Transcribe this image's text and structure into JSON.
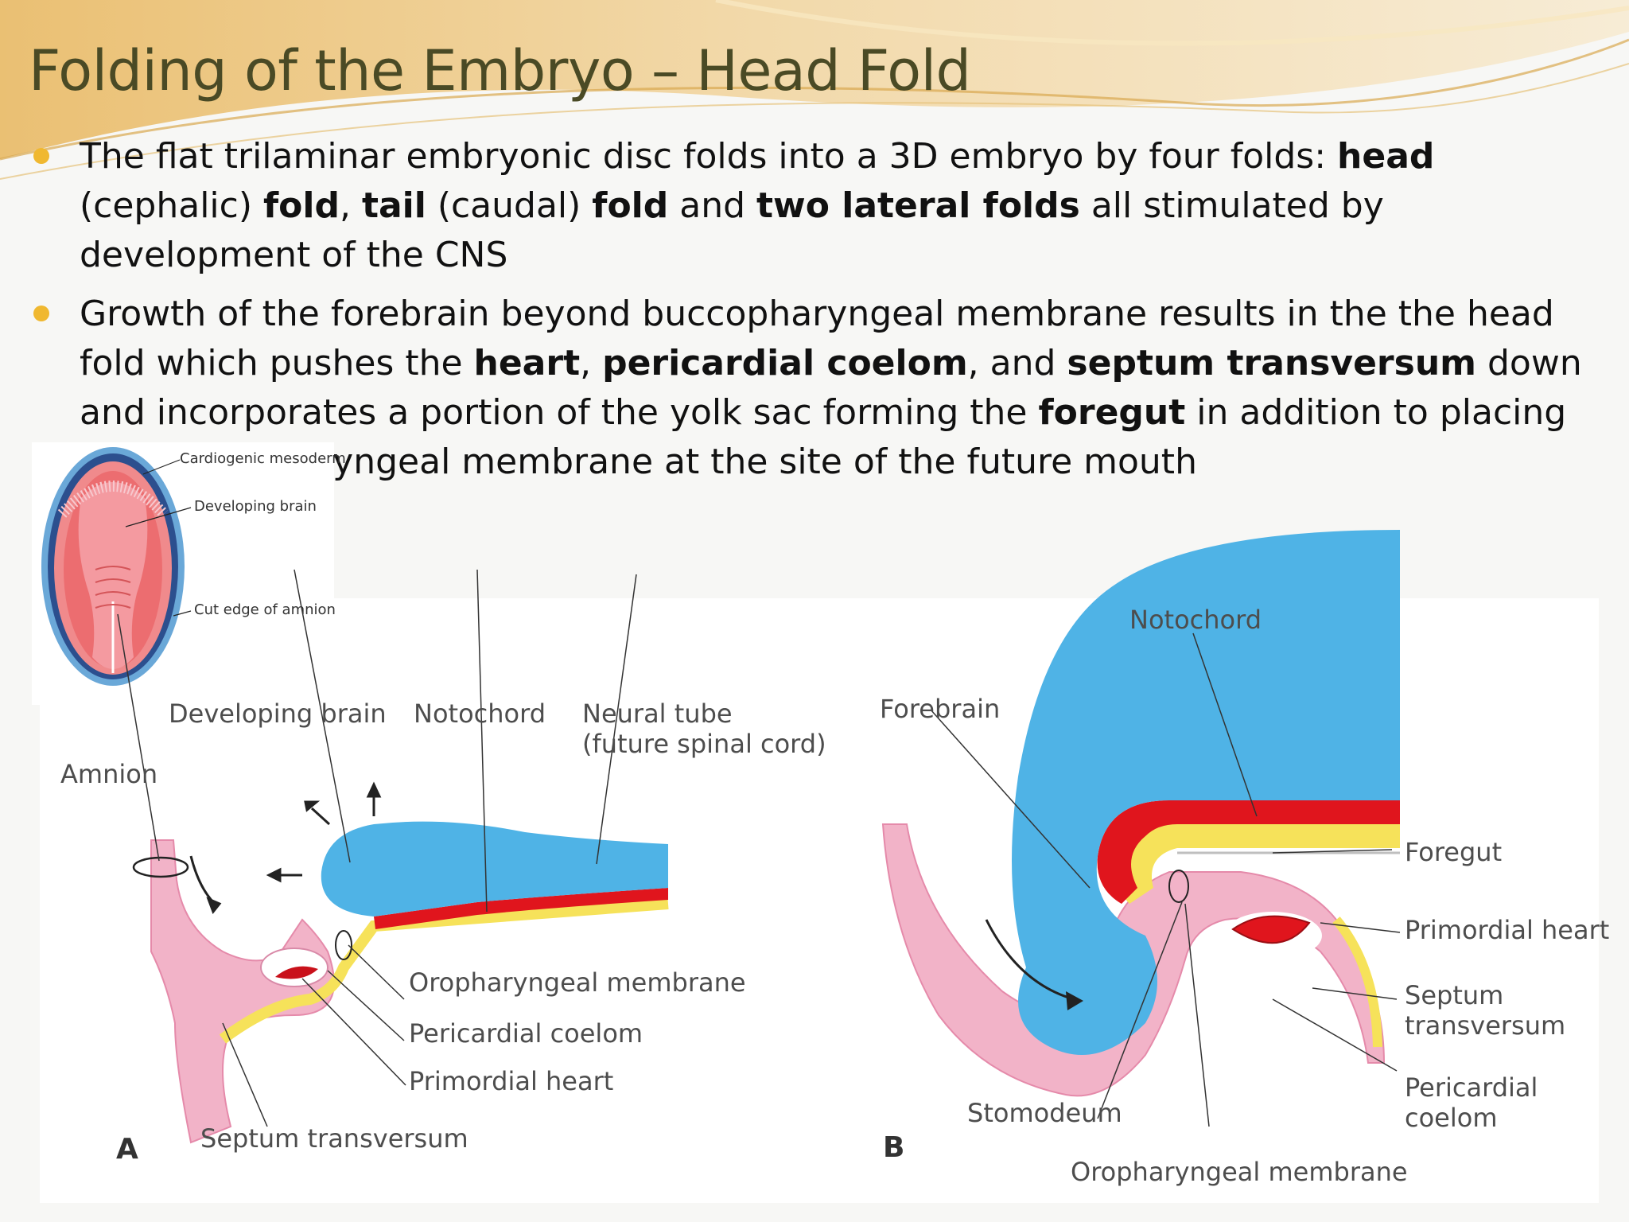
{
  "title": "Folding of the Embryo – Head Fold",
  "theme": {
    "title_color": "#4a4a25",
    "bullet_color": "#f0b830",
    "accent_gold": "#e9c27a"
  },
  "bullets": [
    {
      "parts": [
        {
          "t": "The flat trilaminar embryonic disc folds into a 3D embryo by four folds: ",
          "b": false
        },
        {
          "t": "head",
          "b": true
        },
        {
          "t": " (cephalic) ",
          "b": false
        },
        {
          "t": "fold",
          "b": true
        },
        {
          "t": ", ",
          "b": false
        },
        {
          "t": "tail",
          "b": true
        },
        {
          "t": " (caudal) ",
          "b": false
        },
        {
          "t": "fold",
          "b": true
        },
        {
          "t": " and ",
          "b": false
        },
        {
          "t": "two lateral folds",
          "b": true
        },
        {
          "t": " all stimulated by development of the CNS",
          "b": false
        }
      ]
    },
    {
      "parts": [
        {
          "t": "Growth of the forebrain beyond buccopharyngeal membrane results in the the head fold which pushes the ",
          "b": false
        },
        {
          "t": "heart",
          "b": true
        },
        {
          "t": ", ",
          "b": false
        },
        {
          "t": "pericardial coelom",
          "b": true
        },
        {
          "t": ", and ",
          "b": false
        },
        {
          "t": "septum transversum",
          "b": true
        },
        {
          "t": " down and incorporates a portion of the yolk sac forming the ",
          "b": false
        },
        {
          "t": "foregut",
          "b": true
        },
        {
          "t": " in addition to placing the buccopharyngeal membrane at the site of the future mouth",
          "b": false
        }
      ]
    }
  ],
  "figure": {
    "inset": {
      "cardiogenic": "Cardiogenic mesoderm",
      "brain": "Developing brain",
      "amnion_edge": "Cut edge of amnion"
    },
    "panel_a": {
      "letter": "A",
      "developing_brain": "Developing brain",
      "notochord": "Notochord",
      "neural_tube_1": "Neural tube",
      "neural_tube_2": "(future spinal cord)",
      "amnion": "Amnion",
      "oropharyngeal": "Oropharyngeal membrane",
      "pericardial": "Pericardial coelom",
      "heart": "Primordial heart",
      "septum": "Septum transversum"
    },
    "panel_b": {
      "letter": "B",
      "notochord": "Notochord",
      "forebrain": "Forebrain",
      "foregut": "Foregut",
      "heart": "Primordial heart",
      "septum_1": "Septum",
      "septum_2": "transversum",
      "pericardial_1": "Pericardial",
      "pericardial_2": "coelom",
      "stomodeum": "Stomodeum",
      "oropharyngeal": "Oropharyngeal membrane"
    },
    "colors": {
      "neural": "#4fb3e6",
      "mesoderm_red": "#e0151d",
      "endoderm_yellow": "#f6e25a",
      "tissue_pink": "#f2b3c8",
      "inset_red": "#e8686a"
    }
  }
}
